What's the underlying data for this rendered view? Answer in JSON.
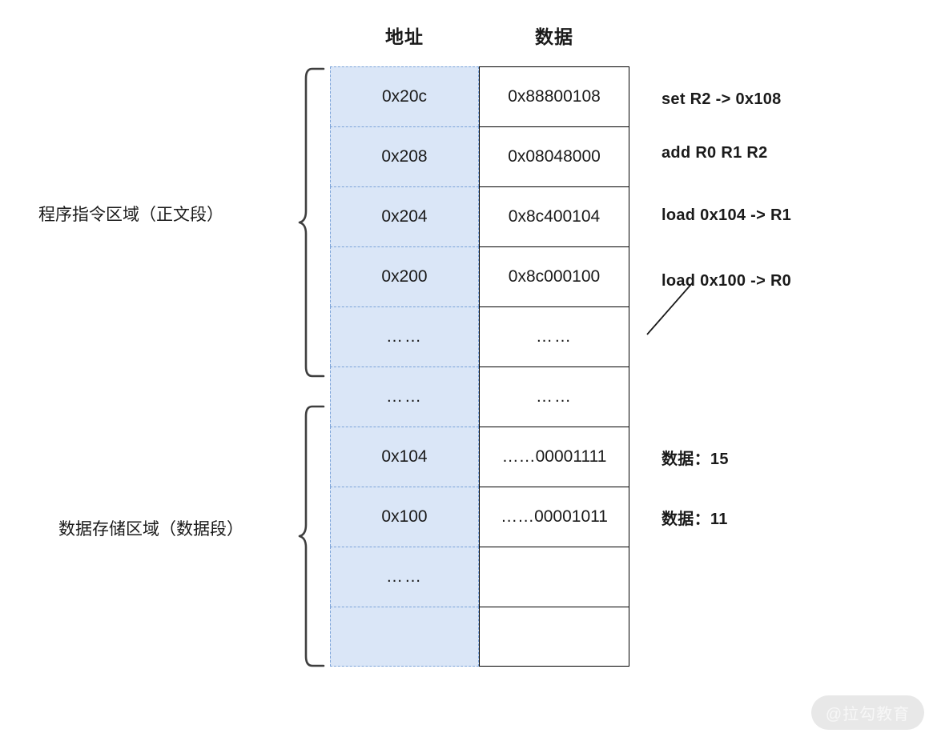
{
  "diagram": {
    "title": "memory-layout-diagram",
    "columns": {
      "address_header": "地址",
      "data_header": "数据"
    },
    "rows": [
      {
        "address": "0x20c",
        "data": "0x88800108"
      },
      {
        "address": "0x208",
        "data": "0x08048000"
      },
      {
        "address": "0x204",
        "data": "0x8c400104"
      },
      {
        "address": "0x200",
        "data": "0x8c000100"
      },
      {
        "address": "……",
        "data": "……"
      },
      {
        "address": "……",
        "data": "……"
      },
      {
        "address": "0x104",
        "data": "……00001111"
      },
      {
        "address": "0x100",
        "data": "……00001011"
      },
      {
        "address": "……",
        "data": ""
      },
      {
        "address": "",
        "data": ""
      }
    ],
    "regions": [
      {
        "label": "程序指令区域（正文段）"
      },
      {
        "label": "数据存储区域（数据段）"
      }
    ],
    "annotations": [
      "set R2 -> 0x108",
      "add R0 R1 R2",
      "load 0x104 -> R1",
      "load 0x100 -> R0",
      "数据：15",
      "数据：11"
    ],
    "watermark": "@拉勾教育",
    "colors": {
      "address_fill": "#dae6f7",
      "address_border": "#7ba3d9",
      "data_border": "#000000",
      "text": "#1a1a1a"
    }
  }
}
